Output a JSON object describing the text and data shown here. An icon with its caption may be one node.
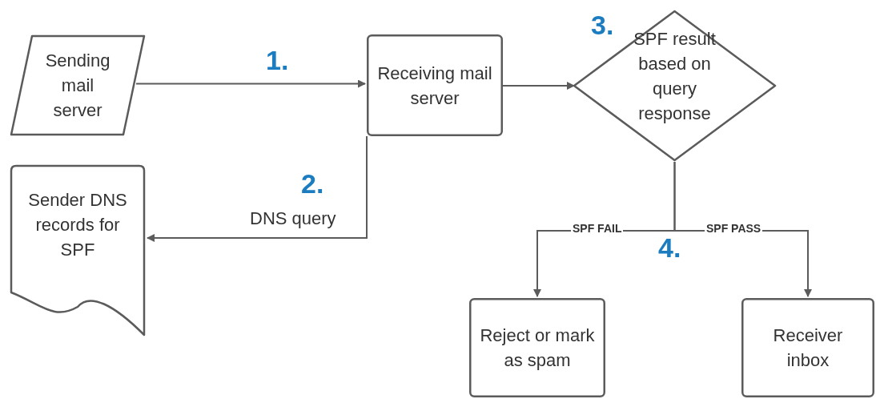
{
  "diagram": {
    "nodes": [
      {
        "text": [
          "Sending mail server"
        ]
      },
      {
        "text": [
          "Receiving mail server"
        ]
      },
      {
        "text": [
          "SPF result based on query response"
        ]
      },
      {
        "text": [
          "Sender DNS records for SPF"
        ]
      },
      {
        "text": [
          "Reject or mark as spam"
        ]
      },
      {
        "text": [
          "Receiver inbox"
        ]
      }
    ],
    "edges": [
      {
        "from": 0,
        "to": 1,
        "arrow": "to"
      },
      {
        "from": 1,
        "to": 2,
        "arrow": "to"
      },
      {
        "from": 1,
        "to": 3,
        "arrow": "to",
        "label": "DNS query"
      },
      {
        "from": 2,
        "to": 4,
        "arrow": "to",
        "label": "SPF FAIL"
      },
      {
        "from": 2,
        "to": 5,
        "arrow": "to",
        "label": "SPF PASS"
      }
    ],
    "labels": [
      "1.",
      "2.",
      "3.",
      "4."
    ]
  }
}
